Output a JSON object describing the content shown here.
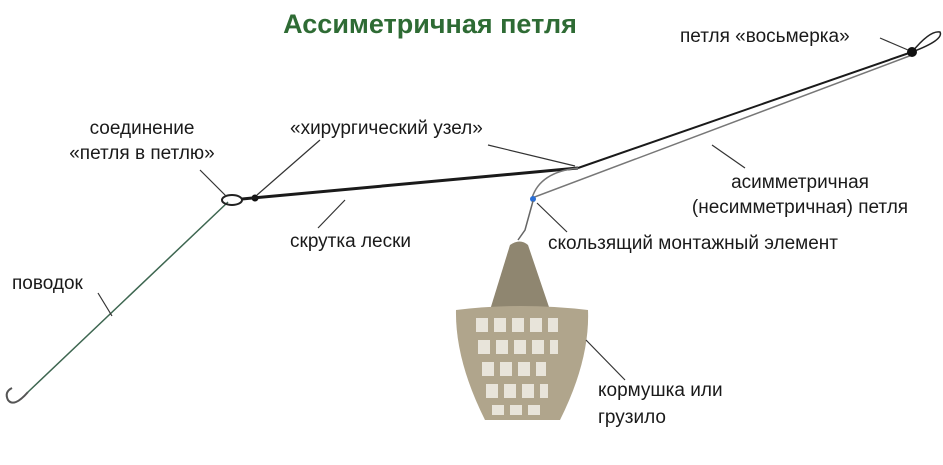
{
  "title": "Ассиметричная петля",
  "labels": {
    "figure_eight": "петля «восьмерка»",
    "connection_1": "соединение",
    "connection_2": "«петля в петлю»",
    "surgical_knot": "«хирургический узел»",
    "asym_1": "асимметричная",
    "asym_2": "(несимметричная) петля",
    "twist": "скрутка лески",
    "sliding": "скользящий монтажный элемент",
    "leader": "поводок",
    "feeder_1": "кормушка или",
    "feeder_2": "грузило"
  },
  "colors": {
    "title": "#2e6b34",
    "line": "#1a1a1a",
    "feeder": "#a89a80"
  }
}
